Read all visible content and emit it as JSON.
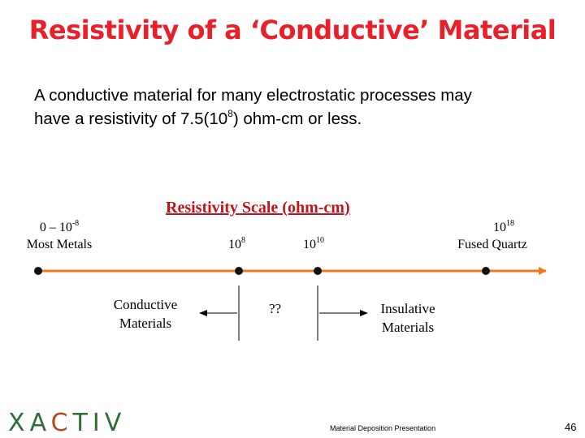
{
  "slide": {
    "title": "Resistivity of a ‘Conductive’ Material",
    "intro_line1": "A conductive material for many electrostatic processes may",
    "intro_line2_pre": "have a resistivity of 7.5(10",
    "intro_line2_exp": "8",
    "intro_line2_post": ") ohm-cm or less."
  },
  "diagram": {
    "scale_title": "Resistivity Scale (ohm-cm)",
    "left_end": {
      "range_pre": "0 – 10",
      "range_exp": "-8",
      "name": "Most Metals"
    },
    "mark_10_8": {
      "base": "10",
      "exp": "8"
    },
    "mark_10_10": {
      "base": "10",
      "exp": "10"
    },
    "right_end": {
      "base": "10",
      "exp": "18",
      "name": "Fused Quartz"
    },
    "conductive_line1": "Conductive",
    "conductive_line2": "Materials",
    "unknown": "??",
    "insulative_line1": "Insulative",
    "insulative_line2": "Materials",
    "colors": {
      "axis": "#f07818",
      "dot": "#111111",
      "title": "#e8202a"
    }
  },
  "footer": {
    "logo_text": "XACTIV",
    "presentation": "Material Deposition Presentation",
    "page_number": "46"
  }
}
